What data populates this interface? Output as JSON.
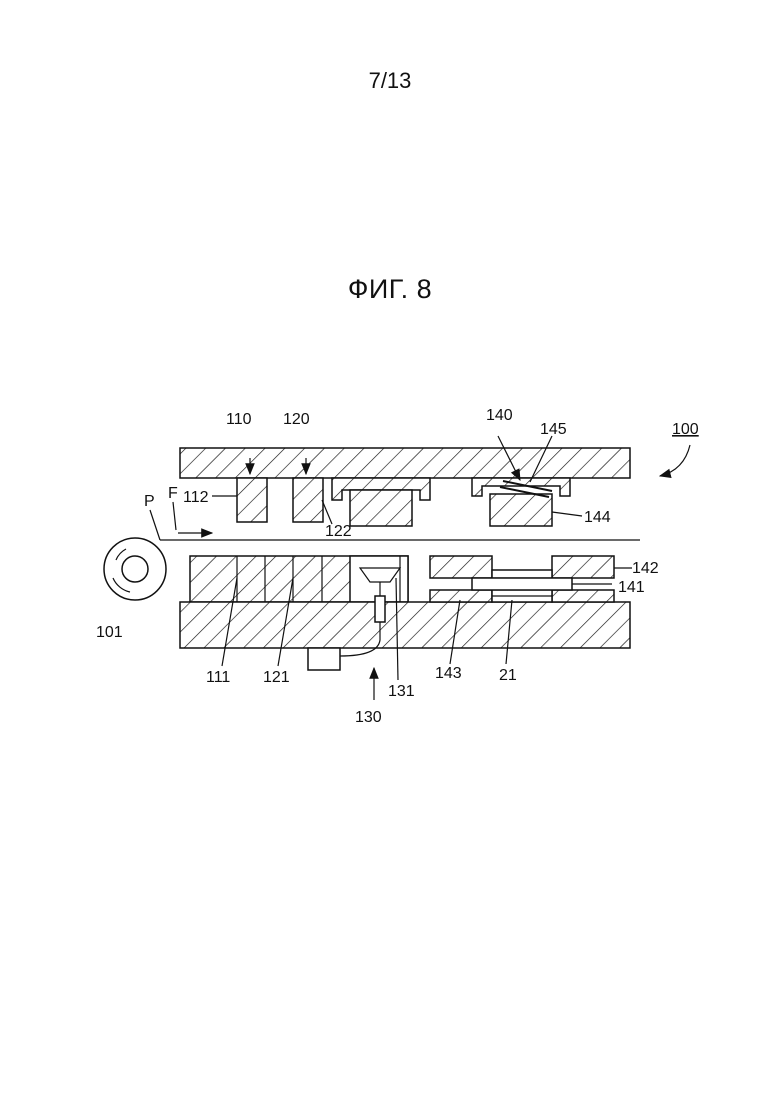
{
  "page": {
    "number": "7/13"
  },
  "figure": {
    "title": "ФИГ. 8",
    "labels": {
      "l100": "100",
      "l110": "110",
      "l120": "120",
      "l140": "140",
      "l145": "145",
      "l112": "112",
      "l122": "122",
      "l144": "144",
      "lP": "P",
      "lF": "F",
      "l142": "142",
      "l141": "141",
      "l101": "101",
      "l111": "111",
      "l121": "121",
      "l131": "131",
      "l143": "143",
      "l21": "21",
      "l130": "130"
    }
  }
}
